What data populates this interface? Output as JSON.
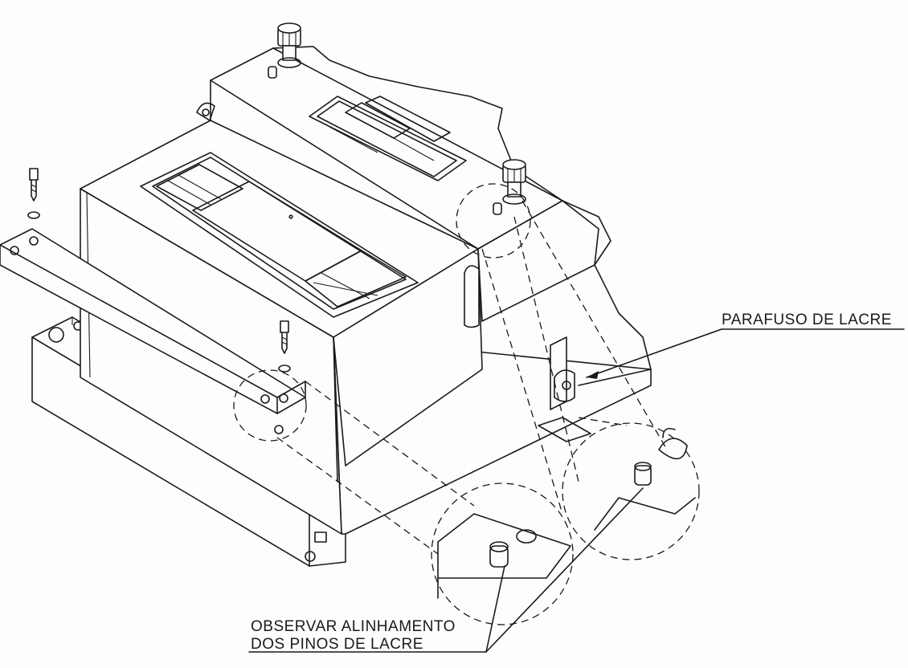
{
  "labels": {
    "sealing_screw": "PARAFUSO DE LACRE",
    "alignment_line1": "OBSERVAR ALINHAMENTO",
    "alignment_line2": "DOS PINOS DE LACRE"
  }
}
